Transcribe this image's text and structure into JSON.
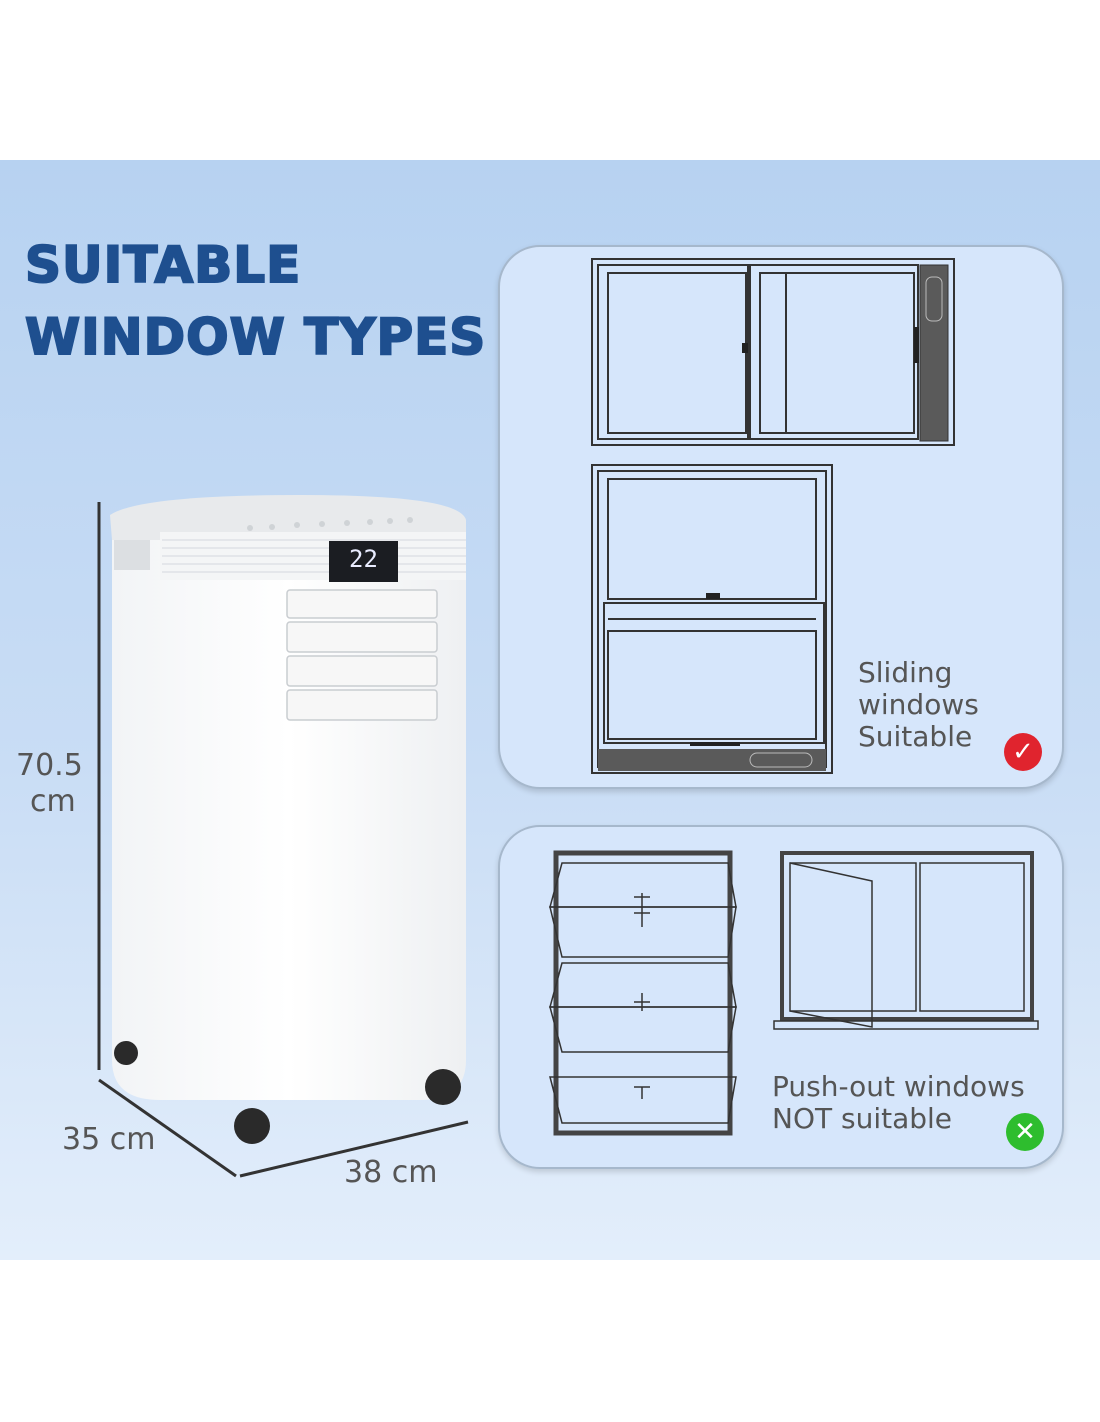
{
  "title": {
    "line1": "SUITABLE",
    "line2": "WINDOW TYPES"
  },
  "dimensions": {
    "height_value": "70.5",
    "height_unit": "cm",
    "depth": "35 cm",
    "width": "38 cm"
  },
  "product": {
    "display_value": "22"
  },
  "suitable_panel": {
    "line1": "Sliding",
    "line2": "windows",
    "line3": "Suitable",
    "icon": "check-icon",
    "color": "#e0242e"
  },
  "unsuitable_panel": {
    "line1": "Push-out windows",
    "line2": "NOT suitable",
    "icon": "cross-icon",
    "color": "#2ebd2e"
  }
}
